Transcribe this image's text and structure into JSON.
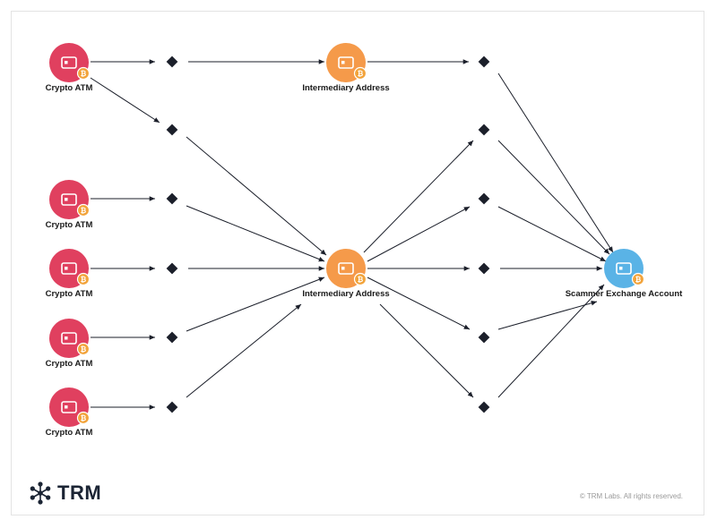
{
  "colors": {
    "atm": "#e0405f",
    "intermediary": "#f59a4a",
    "exchange": "#5ab3e6",
    "btc_badge": "#f2a33a",
    "edge": "#1b1f2a",
    "brand": "#1b2434"
  },
  "nodes": [
    {
      "id": "atm1",
      "type": "atm",
      "label": "Crypto ATM"
    },
    {
      "id": "atm2",
      "type": "atm",
      "label": "Crypto ATM"
    },
    {
      "id": "atm3",
      "type": "atm",
      "label": "Crypto ATM"
    },
    {
      "id": "atm4",
      "type": "atm",
      "label": "Crypto ATM"
    },
    {
      "id": "atm5",
      "type": "atm",
      "label": "Crypto ATM"
    },
    {
      "id": "int_top",
      "type": "intermediary",
      "label": "Intermediary Address"
    },
    {
      "id": "int_mid",
      "type": "intermediary",
      "label": "Intermediary Address"
    },
    {
      "id": "exch",
      "type": "exchange",
      "label": "Scammer Exchange Account"
    }
  ],
  "brand": {
    "name": "TRM",
    "icon": "snowflake-logo-icon"
  },
  "footer": {
    "copyright": "© TRM Labs. All rights reserved."
  }
}
